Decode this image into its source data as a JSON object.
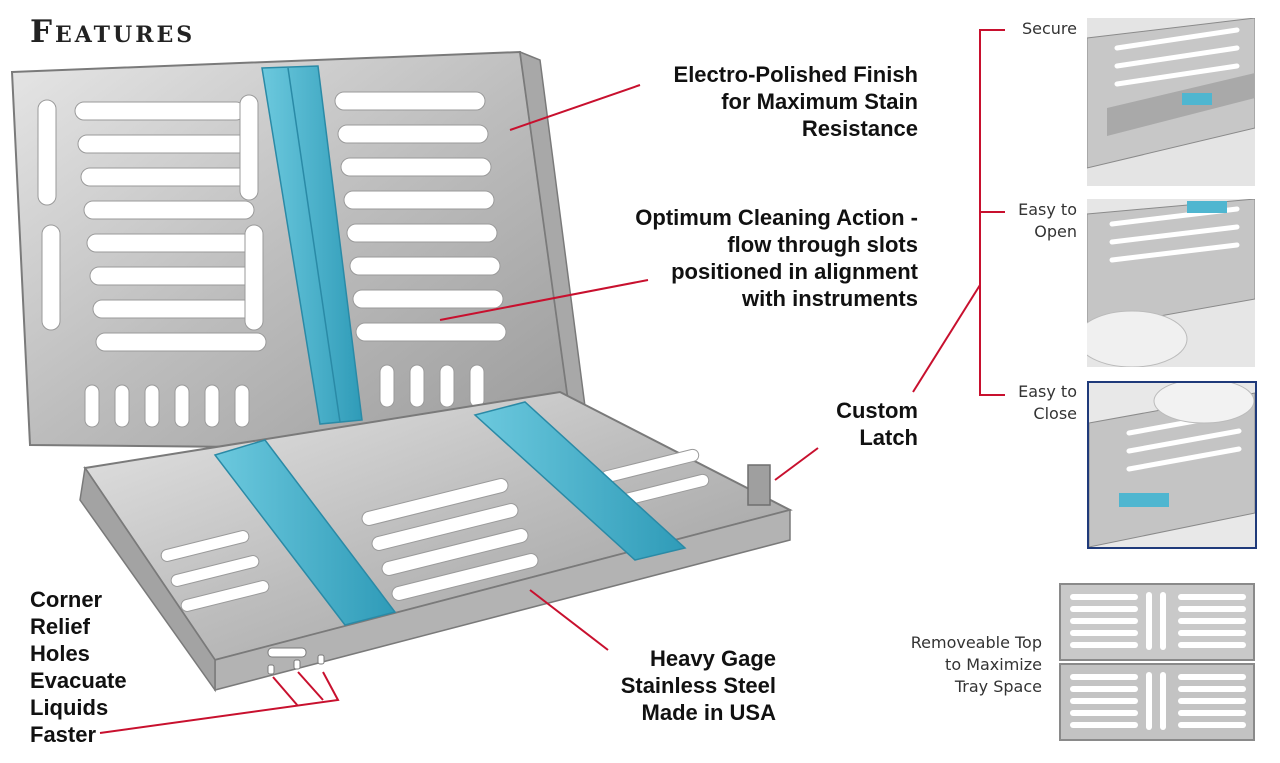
{
  "header": {
    "title": "Features"
  },
  "callouts": {
    "electro": [
      "Electro-Polished Finish",
      "for Maximum Stain",
      "Resistance"
    ],
    "cleaning": [
      "Optimum Cleaning Action -",
      "flow through slots",
      "positioned in alignment",
      "with instruments"
    ],
    "latch": [
      "Custom",
      "Latch"
    ],
    "corner": [
      "Corner",
      "Relief",
      "Holes",
      "Evacuate",
      "Liquids",
      "Faster"
    ],
    "steel": [
      "Heavy Gage",
      "Stainless Steel",
      "Made in USA"
    ]
  },
  "latch_views": {
    "secure": [
      "Secure"
    ],
    "open": [
      "Easy to",
      "Open"
    ],
    "close": [
      "Easy to",
      "Close"
    ]
  },
  "removable": [
    "Removeable Top",
    "to Maximize",
    "Tray Space"
  ],
  "colors": {
    "steel": "#c9c9c9",
    "steel_dark": "#8e8e8e",
    "silicone": "#4fb6d0",
    "leader_line": "#c8102e",
    "frame_blue": "#1f3a7a"
  }
}
